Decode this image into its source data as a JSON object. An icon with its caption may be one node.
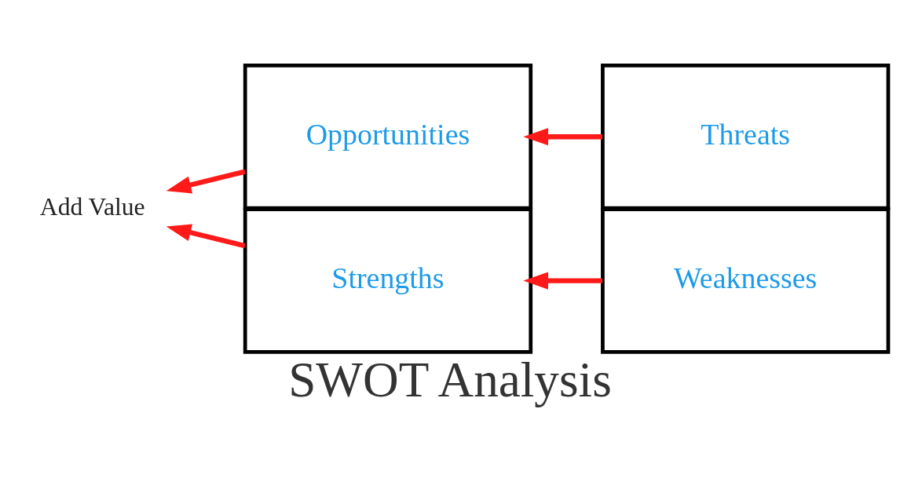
{
  "diagram": {
    "caption": "SWOT Analysis",
    "nodes": [
      {
        "text": [
          "Strengths"
        ]
      },
      {
        "text": [
          "Weaknesses"
        ]
      },
      {
        "text": [
          "Opportunities"
        ]
      },
      {
        "text": [
          "Threats"
        ]
      },
      {
        "text": [
          "Add Value"
        ]
      }
    ],
    "edges": [
      {
        "from": 1,
        "to": 0,
        "arrow": "to"
      },
      {
        "from": 3,
        "to": 2,
        "arrow": "to"
      },
      {
        "from": 0,
        "to": 4,
        "arrow": "to"
      },
      {
        "from": 2,
        "to": 4,
        "arrow": "to"
      }
    ]
  }
}
